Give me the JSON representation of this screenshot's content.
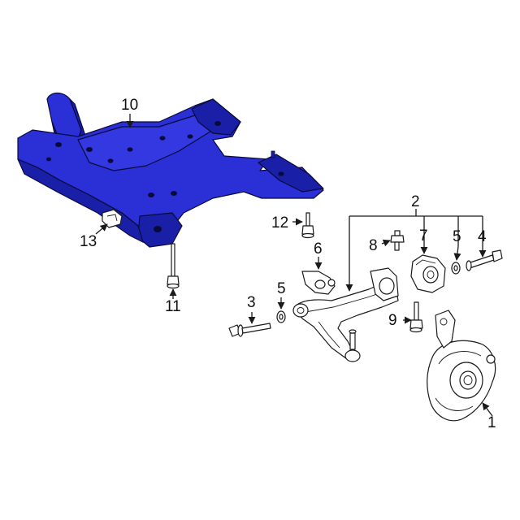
{
  "colors": {
    "highlight": "#2a2fd6",
    "highlight_dark": "#1a1fa8",
    "line": "#1a1a1a",
    "background": "#ffffff"
  },
  "callouts": {
    "c1": "1",
    "c2": "2",
    "c3": "3",
    "c4": "4",
    "c5a": "5",
    "c5b": "5",
    "c6": "6",
    "c7": "7",
    "c8": "8",
    "c9": "9",
    "c10": "10",
    "c11": "11",
    "c12": "12",
    "c13": "13"
  }
}
